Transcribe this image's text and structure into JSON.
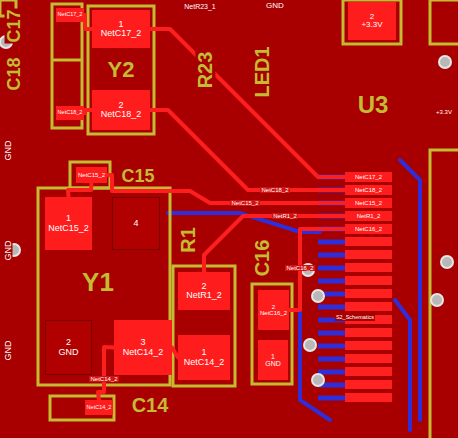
{
  "diagram": {
    "nodes": [
      {
        "text": [
          "NetC17_2"
        ]
      },
      {
        "text": [
          "1",
          "NetC17_2"
        ]
      },
      {
        "text": [
          "2",
          "+3.3V"
        ]
      },
      {
        "text": [
          "NetC18_2"
        ]
      },
      {
        "text": [
          "2",
          "NetC18_2"
        ]
      },
      {
        "text": [
          "NetC15_2"
        ]
      },
      {
        "text": [
          "1",
          "NetC15_2"
        ]
      },
      {
        "text": [
          "4"
        ]
      },
      {
        "text": [
          "NetC17_2"
        ]
      },
      {
        "text": [
          "NetC18_2"
        ]
      },
      {
        "text": [
          "NetC15_2"
        ]
      },
      {
        "text": [
          "NetR1_2"
        ]
      },
      {
        "text": [
          "NetC16_2"
        ]
      },
      {
        "text": [
          "2",
          "NetR1_2"
        ]
      },
      {
        "text": [
          "2",
          "NetC16_2"
        ]
      },
      {
        "text": [
          "2",
          "GND"
        ]
      },
      {
        "text": [
          "3",
          "NetC14_2"
        ]
      },
      {
        "text": [
          "1",
          "NetC14_2"
        ]
      },
      {
        "text": [
          "1",
          "GND"
        ]
      },
      {
        "text": [
          "NetC14_2"
        ]
      }
    ],
    "edges": [
      {
        "from": 0,
        "to": 1,
        "arrow": "none"
      },
      {
        "from": 1,
        "to": 8,
        "arrow": "none"
      },
      {
        "from": 3,
        "to": 4,
        "arrow": "none"
      },
      {
        "from": 4,
        "to": 9,
        "arrow": "none",
        "label": "NetC18_2"
      },
      {
        "from": 5,
        "to": 10,
        "arrow": "none",
        "label": "NetC15_2"
      },
      {
        "from": 5,
        "to": 6,
        "arrow": "none"
      },
      {
        "from": 13,
        "to": 11,
        "arrow": "none",
        "label": "NetR1_2"
      },
      {
        "from": 14,
        "to": 12,
        "arrow": "none",
        "label": "NetC16_2"
      },
      {
        "from": 16,
        "to": 17,
        "arrow": "none"
      },
      {
        "from": 16,
        "to": 19,
        "arrow": "none",
        "label": "NetC14_2"
      }
    ],
    "labels": [
      "NetR23_1",
      "GND",
      "C18",
      "C17",
      "Y2",
      "R23",
      "LED1",
      "U3",
      "C15",
      "R1",
      "C16",
      "Y1",
      "C14",
      "GND",
      "GND",
      "S2_Schematics",
      "+3.3V",
      "GND"
    ]
  }
}
